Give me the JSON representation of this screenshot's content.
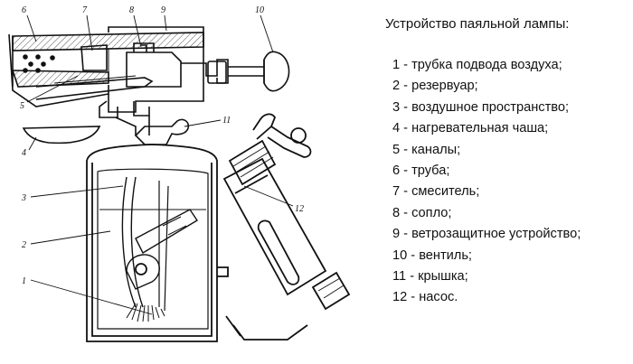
{
  "legend": {
    "title": "Устройство паяльной лампы:",
    "items": [
      "1 - трубка подвода воздуха;",
      "2 - резервуар;",
      "3 - воздушное пространство;",
      "4 - нагревательная чаша;",
      "5 - каналы;",
      "6 - труба;",
      "7 - смеситель;",
      "8 - сопло;",
      "9 - ветрозащитное устройство;",
      "10 - вентиль;",
      "11 - крышка;",
      "12 - насос."
    ]
  },
  "callouts": [
    "1",
    "2",
    "3",
    "4",
    "5",
    "6",
    "7",
    "8",
    "9",
    "10",
    "11",
    "12"
  ],
  "colors": {
    "line": "#111111",
    "background": "#ffffff",
    "hatch": "#555555"
  }
}
